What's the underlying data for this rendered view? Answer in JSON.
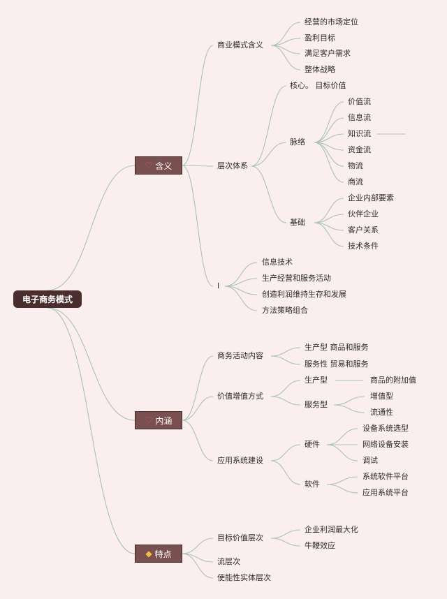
{
  "root": "电子商务模式",
  "main": [
    {
      "label": "含义",
      "icon": "heart-icon",
      "glyph": "♡"
    },
    {
      "label": "内涵",
      "icon": "heart-icon",
      "glyph": "♡"
    },
    {
      "label": "特点",
      "icon": "diamond-icon",
      "glyph": "◆"
    }
  ],
  "hanyi": {
    "sub1": "商业模式含义",
    "sub1_items": [
      "经营的市场定位",
      "盈利目标",
      "满足客户需求",
      "整体战略"
    ],
    "sub2": "层次体系",
    "core": "核心。 目标价值",
    "mailuo": "脉络",
    "mailuo_items": [
      "价值流",
      "信息流",
      "知识流",
      "资金流",
      "物流",
      "商流"
    ],
    "jichu": "基础",
    "jichu_items": [
      "企业内部要素",
      "伙伴企业",
      "客户关系",
      "技术条件"
    ],
    "sub3": "I",
    "sub3_items": [
      "信息技术",
      "生产经营和服务活动",
      "创造利润维持生存和发展",
      "方法策略组合"
    ]
  },
  "neihan": {
    "sub1": "商务活动内容",
    "sub1_items": [
      "生产型 商品和服务",
      "服务性 贸易和服务"
    ],
    "sub2": "价值增值方式",
    "shengchan": "生产型",
    "shengchan_item": "商品的附加值",
    "fuwu": "服务型",
    "fuwu_items": [
      "增值型",
      "流通性"
    ],
    "sub3": "应用系统建设",
    "yingjian": "硬件",
    "yingjian_items": [
      "设备系统选型",
      "网络设备安装",
      "调试"
    ],
    "ruanjian": "软件",
    "ruanjian_items": [
      "系统软件平台",
      "应用系统平台"
    ]
  },
  "tedian": {
    "sub1": "目标价值层次",
    "sub1_items": [
      "企业利润最大化",
      "牛鞭效应"
    ],
    "sub2": "流层次",
    "sub3": "使能性实体层次"
  },
  "colors": {
    "background": "#fbeeee",
    "root": "#4a2e2e",
    "main_box": "#7a4f4f",
    "line": "#a8c2b8"
  }
}
